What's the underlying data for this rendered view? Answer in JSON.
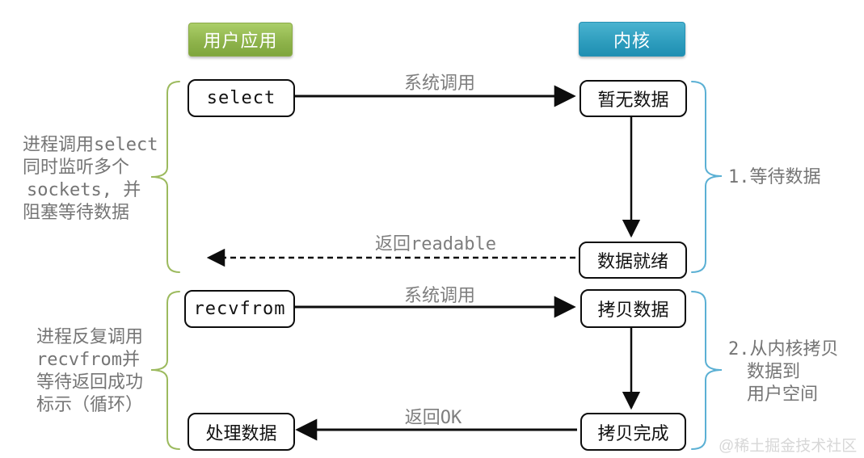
{
  "headers": {
    "user_app": "用户应用",
    "kernel": "内核"
  },
  "flow1": {
    "caller": "select",
    "syscall_label": "系统调用",
    "state_no_data": "暂无数据",
    "state_data_ready": "数据就绪",
    "return_label": "返回readable",
    "note_left": {
      "line1": "进程调用select",
      "line2": "同时监听多个",
      "line3": "sockets, 并",
      "line4": "阻塞等待数据"
    },
    "note_right": "1.等待数据"
  },
  "flow2": {
    "caller": "recvfrom",
    "syscall_label": "系统调用",
    "state_copy_data": "拷贝数据",
    "state_copy_done": "拷贝完成",
    "handler": "处理数据",
    "return_label": "返回OK",
    "note_left": {
      "line1": "进程反复调用",
      "line2": "recvfrom并",
      "line3": "等待返回成功",
      "line4": "标示（循环）"
    },
    "note_right": {
      "line1": "2.从内核拷贝",
      "line2": "数据到",
      "line3": "用户空间"
    }
  },
  "watermark": "@稀土掘金技术社区",
  "colors": {
    "accent_green": "#9cba5e",
    "accent_blue": "#5bb0d4",
    "note_gray": "#757575",
    "header_green": "#8db24a",
    "header_blue": "#2d9cbd"
  }
}
